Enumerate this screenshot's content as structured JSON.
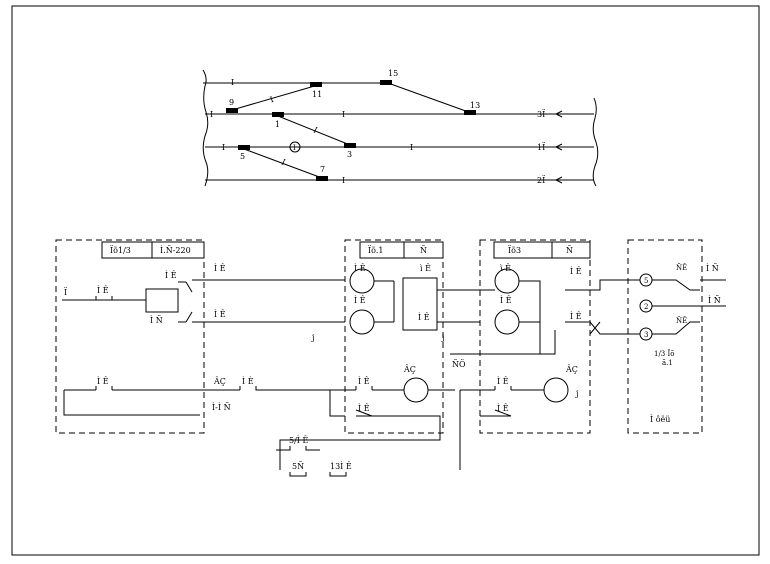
{
  "track_plan": {
    "switches": [
      "15",
      "13",
      "9",
      "11",
      "1",
      "3",
      "5",
      "7"
    ],
    "track_labels": [
      "3Ï",
      "1Ï",
      "2Ï"
    ],
    "section_marks": [
      "I",
      "I",
      "I",
      "I",
      "I",
      "I"
    ],
    "diag_marks": [
      "I",
      "I",
      "I"
    ],
    "circle_mark": "I"
  },
  "circuit": {
    "box1_header": [
      "Ïõ1/3",
      "Ì.Ñ-220"
    ],
    "box2_header": [
      "Ïõ.1",
      "Ñ"
    ],
    "box3_header": [
      "Ïõ3",
      "Ñ"
    ],
    "box4_footer": "Ì ôëü",
    "labels": {
      "ie": "Ì Ê",
      "i_left": "Ï",
      "in_lbl": "Ì Ñ",
      "ie_small": "ì Ê",
      "aq": "ÂÇ",
      "ie_b": "Ì È",
      "iin": "Ì-Ì Ñ",
      "no": "ÑÖ",
      "j": "j",
      "iie_left": "5/Ì Ê",
      "sn": "5Ñ",
      "ie13": "13Ì Ê",
      "aq_a": "Â",
      "aq_b": "Ç",
      "ir": "Ì Ñ",
      "ir2": "Ì Ñ",
      "ne": "ÑÊ",
      "ne2": "ÑÊ",
      "frac": "1/3 Ïõ",
      "frac2": "ã.1",
      "five": "5",
      "two": "2",
      "three": "3"
    }
  }
}
